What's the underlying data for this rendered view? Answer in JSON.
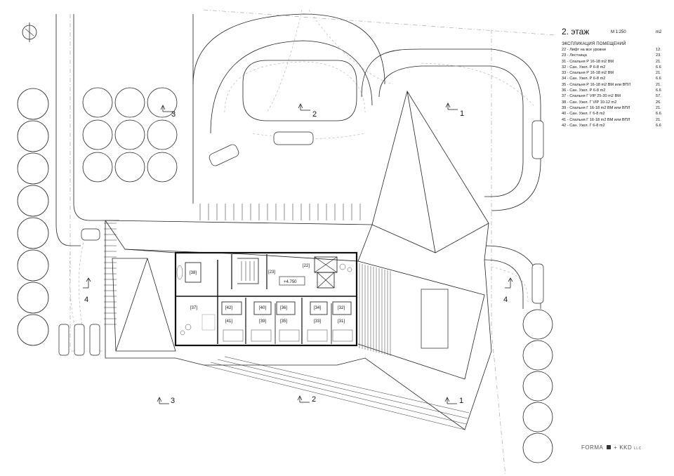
{
  "legend": {
    "floor": "2. этаж",
    "scale": "М 1:250",
    "unit": "m2",
    "explication_title": "ЭКСПЛИКАЦИЯ ПОМЕЩЕНИЙ",
    "rooms": [
      {
        "name": "22 - Лифт на все уровни",
        "area": "12."
      },
      {
        "name": "23 - Лестница",
        "area": "23."
      },
      {
        "name": "31 - Спальня Р 16-18 m2 ВМ",
        "area": "21."
      },
      {
        "name": "32 - Сан. Узел. Р 6-8 m2",
        "area": "6.6"
      },
      {
        "name": "33 - Спальня Р 16-18 m2 ВМ",
        "area": "21."
      },
      {
        "name": "34 - Сан. Узел. Р 6-8 m2",
        "area": "6.6"
      },
      {
        "name": "35 - Спальня Р 16-18 m2 ВМ или ВПЛ",
        "area": "21."
      },
      {
        "name": "36 - Сан. Узел. Р 6-8 m2",
        "area": "6.6"
      },
      {
        "name": "37 - Спальня Г VIP 25-30 m2 ВМ",
        "area": "57."
      },
      {
        "name": "38 - Сан. Узел. Г VIP 10-12 m2",
        "area": "26."
      },
      {
        "name": "39 - Спальня Г 16-18 m2 ВМ или ВПЛ",
        "area": "21."
      },
      {
        "name": "40 - Сан. Узел. Г 6-8 m2",
        "area": "6.6"
      },
      {
        "name": "41 - Спальня Г 16-18 m2 ВМ или ВПЛ",
        "area": "21."
      },
      {
        "name": "42 - Сан. Узел. Г 6-8 m2",
        "area": "6.6"
      }
    ]
  },
  "plan": {
    "level_mark": "+4.750",
    "room_tags": {
      "r22": "[22]",
      "r23": "[23]",
      "r37": "[37]",
      "r38": "[38]",
      "r31": "[31]",
      "r32": "[32]",
      "r33": "[33]",
      "r34": "[34]",
      "r35": "[35]",
      "r36": "[36]",
      "r39": "[39]",
      "r40": "[40]",
      "r41": "[41]",
      "r42": "[42]"
    },
    "sections": {
      "s1": "1",
      "s2": "2",
      "s3": "3",
      "s4": "4"
    }
  },
  "logo": {
    "part1": "FORMA",
    "plus": "+",
    "part2": "KKD",
    "suffix": "LLC"
  }
}
